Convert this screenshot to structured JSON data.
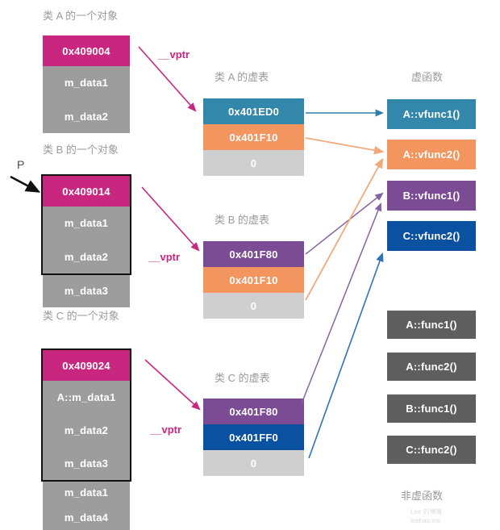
{
  "captions": {
    "obj_a": "类 A 的一个对象",
    "obj_b": "类 B 的一个对象",
    "obj_c": "类 C 的一个对象",
    "vtable_a": "类 A 的虚表",
    "vtable_b": "类 B 的虚表",
    "vtable_c": "类 C 的虚表",
    "vfuncs": "虚函数",
    "nonvfuncs": "非虚函数"
  },
  "pointer_label": "P",
  "vptr_labels": {
    "a": "__vptr",
    "b": "__vptr",
    "c": "__vptr"
  },
  "objects": {
    "a": {
      "slots": [
        {
          "text": "0x409004",
          "kind": "addr"
        },
        {
          "text": "m_data1",
          "kind": "data"
        },
        {
          "text": "m_data2",
          "kind": "data"
        }
      ]
    },
    "b": {
      "slots": [
        {
          "text": "0x409014",
          "kind": "addr"
        },
        {
          "text": "m_data1",
          "kind": "data"
        },
        {
          "text": "m_data2",
          "kind": "data"
        },
        {
          "text": "m_data3",
          "kind": "data"
        }
      ],
      "subobject_rows": 3
    },
    "c": {
      "slots": [
        {
          "text": "0x409024",
          "kind": "addr"
        },
        {
          "text": "A::m_data1",
          "kind": "data"
        },
        {
          "text": "m_data2",
          "kind": "data"
        },
        {
          "text": "m_data3",
          "kind": "data"
        },
        {
          "text": "m_data1",
          "kind": "data"
        },
        {
          "text": "m_data4",
          "kind": "data"
        }
      ],
      "subobject_rows": 4
    }
  },
  "vtables": {
    "a": [
      {
        "text": "0x401ED0",
        "color": "vt-blue"
      },
      {
        "text": "0x401F10",
        "color": "vt-orange"
      },
      {
        "text": "0",
        "color": "vt-gray"
      }
    ],
    "b": [
      {
        "text": "0x401F80",
        "color": "vt-purple"
      },
      {
        "text": "0x401F10",
        "color": "vt-orange"
      },
      {
        "text": "0",
        "color": "vt-gray"
      }
    ],
    "c": [
      {
        "text": "0x401F80",
        "color": "vt-purple"
      },
      {
        "text": "0x401FF0",
        "color": "vt-dblue"
      },
      {
        "text": "0",
        "color": "vt-gray"
      }
    ]
  },
  "virtual_functions": [
    {
      "text": "A::vfunc1()",
      "color": "fn-blue"
    },
    {
      "text": "A::vfunc2()",
      "color": "fn-orange"
    },
    {
      "text": "B::vfunc1()",
      "color": "fn-purple"
    },
    {
      "text": "C::vfunc2()",
      "color": "fn-dblue"
    }
  ],
  "non_virtual_functions": [
    {
      "text": "A::func1()",
      "color": "fn-gray"
    },
    {
      "text": "A::func2()",
      "color": "fn-gray"
    },
    {
      "text": "B::func1()",
      "color": "fn-gray"
    },
    {
      "text": "C::func2()",
      "color": "fn-gray"
    }
  ],
  "colors": {
    "addr": "#c9277f",
    "data": "#9d9d9d",
    "blue": "#3287ab",
    "orange": "#f2955e",
    "purple": "#7b4b94",
    "dark_blue": "#0b51a1",
    "gray_slot": "#cfcfcf",
    "func_gray": "#5e5e5e",
    "caption": "#9a9a9a"
  },
  "watermark": {
    "line1": "Lee 的博客",
    "line2": "leehao.me"
  }
}
